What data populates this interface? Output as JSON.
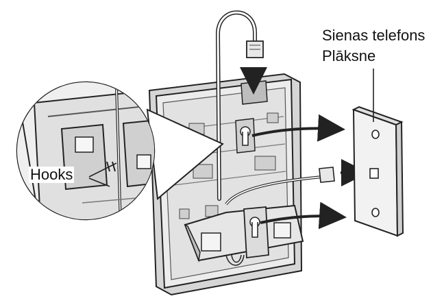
{
  "labels": {
    "wall_line1": "Sienas telefons",
    "wall_line2": "Plāksne",
    "hooks": "Hooks"
  },
  "colors": {
    "stroke": "#222222",
    "fill_light": "#efefef",
    "fill_mid": "#d4d4d4",
    "fill_dark": "#9c9c9c",
    "background": "#ffffff"
  },
  "icons": [
    "down-arrow-icon",
    "right-arrow-icon"
  ]
}
